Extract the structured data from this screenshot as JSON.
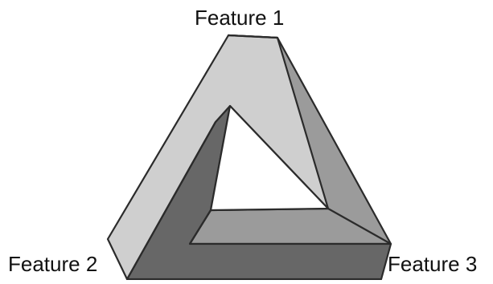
{
  "diagram": {
    "labels": {
      "feature_1": "Feature 1",
      "feature_2": "Feature 2",
      "feature_3": "Feature 3"
    },
    "colors": {
      "light_face": "#cfcfcf",
      "mid_face": "#9b9b9b",
      "dark_face": "#676767",
      "outline": "#2b2b2b",
      "text": "#111111",
      "background": "#ffffff"
    }
  }
}
